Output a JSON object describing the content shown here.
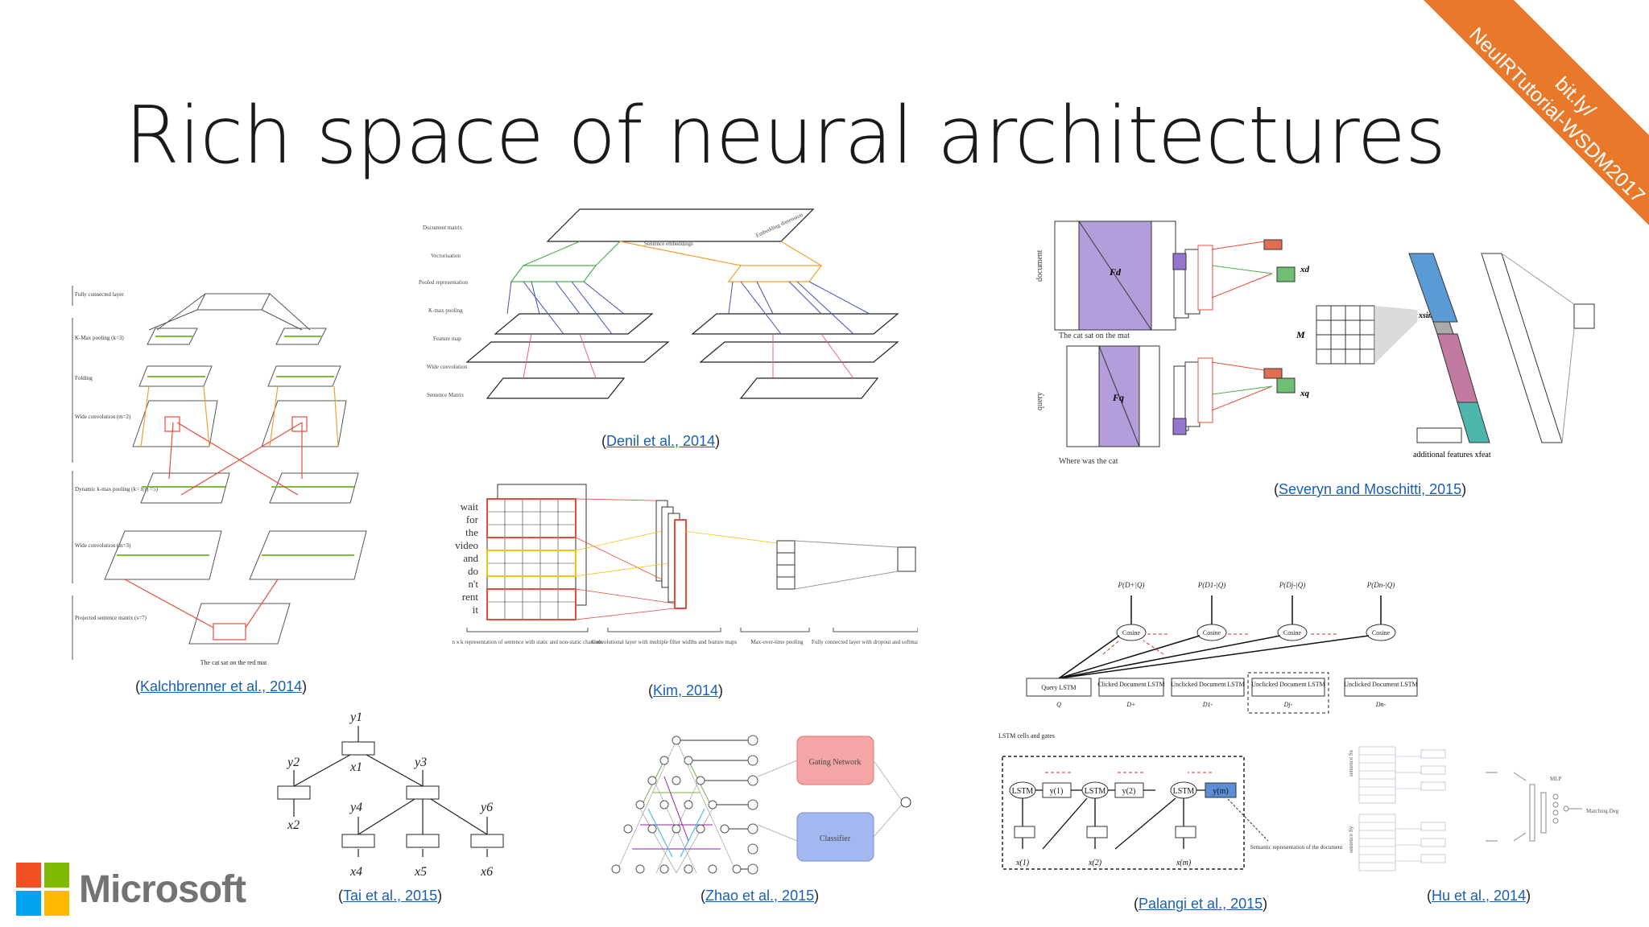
{
  "slide": {
    "title": "Rich space of neural architectures",
    "corner_banner": {
      "line1": "bit.ly/",
      "line2": "NeuIRTutorial-WSDM2017",
      "color": "#e8782a"
    }
  },
  "figures": {
    "kalchbrenner": {
      "citation": "Kalchbrenner et al., 2014",
      "labels": [
        "Fully connected layer",
        "K-Max pooling (k=3)",
        "Folding",
        "Wide convolution (m=2)",
        "Dynamic k-max pooling (k= f(s) =5)",
        "Wide convolution (m=3)",
        "Projected sentence matrix (s=7)"
      ],
      "sentence": "The cat sat on the red mat"
    },
    "denil": {
      "citation": "Denil et al., 2014",
      "labels": [
        "Document matrix",
        "Vectorisation",
        "Pooled representation",
        "K-max pooling",
        "Feature map",
        "Wide convolution",
        "Sentence Matrix"
      ],
      "top_labels": [
        "Sentence embeddings",
        "Embedding dimension"
      ]
    },
    "severyn": {
      "citation": "Severyn and Moschitti, 2015",
      "side_labels": [
        "document",
        "query"
      ],
      "doc_words": "The cat sat on the mat",
      "query_words": "Where was the cat",
      "matrix_labels": [
        "Fd",
        "Fq",
        "M"
      ],
      "vec_labels": [
        "xd",
        "xq",
        "xsim"
      ],
      "extra": "additional features xfeat"
    },
    "kim": {
      "citation": "Kim, 2014",
      "words": [
        "wait",
        "for",
        "the",
        "video",
        "and",
        "do",
        "n't",
        "rent",
        "it"
      ],
      "captions": [
        "n x k representation of sentence with static and non-static channels",
        "Convolutional layer with multiple filter widths and feature maps",
        "Max-over-time pooling",
        "Fully connected layer with dropout and softmax output"
      ]
    },
    "palangi_dssm": {
      "probs": [
        "P(D+|Q)",
        "P(D1-|Q)",
        "P(Dj-|Q)",
        "P(Dn-|Q)"
      ],
      "cosine": "Cosine",
      "boxes": [
        "Query LSTM",
        "Clicked Document LSTM",
        "Unclicked Document LSTM",
        "Unclicked Document LSTM",
        "Unclicked Document LSTM"
      ],
      "subs": [
        "Q",
        "D+",
        "D1-",
        "Dj-",
        "Dn-"
      ]
    },
    "tai": {
      "citation": "Tai et al., 2015",
      "nodes": [
        "y1",
        "x1",
        "y2",
        "x2",
        "y3",
        "y4",
        "x4",
        "x5",
        "y6",
        "x6"
      ]
    },
    "zhao": {
      "citation": "Zhao et al., 2015",
      "gating": "Gating Network",
      "classifier": "Classifier"
    },
    "palangi": {
      "citation": "Palangi et al., 2015",
      "title": "LSTM cells and gates",
      "semantic": "Semantic representation of the document",
      "cells": [
        "LSTM",
        "y(1)",
        "LSTM",
        "y(2)",
        "LSTM",
        "y(m)"
      ],
      "inputs": [
        "x(1)",
        "x(2)",
        "x(m)"
      ]
    },
    "hu": {
      "citation": "Hu et al., 2014",
      "labels": [
        "sentence Sx",
        "sentence Sy",
        "MLP",
        "Matching Degree"
      ]
    }
  },
  "logo": {
    "word": "Microsoft",
    "colors": [
      "#f25022",
      "#7fba00",
      "#00a4ef",
      "#ffb900"
    ]
  }
}
